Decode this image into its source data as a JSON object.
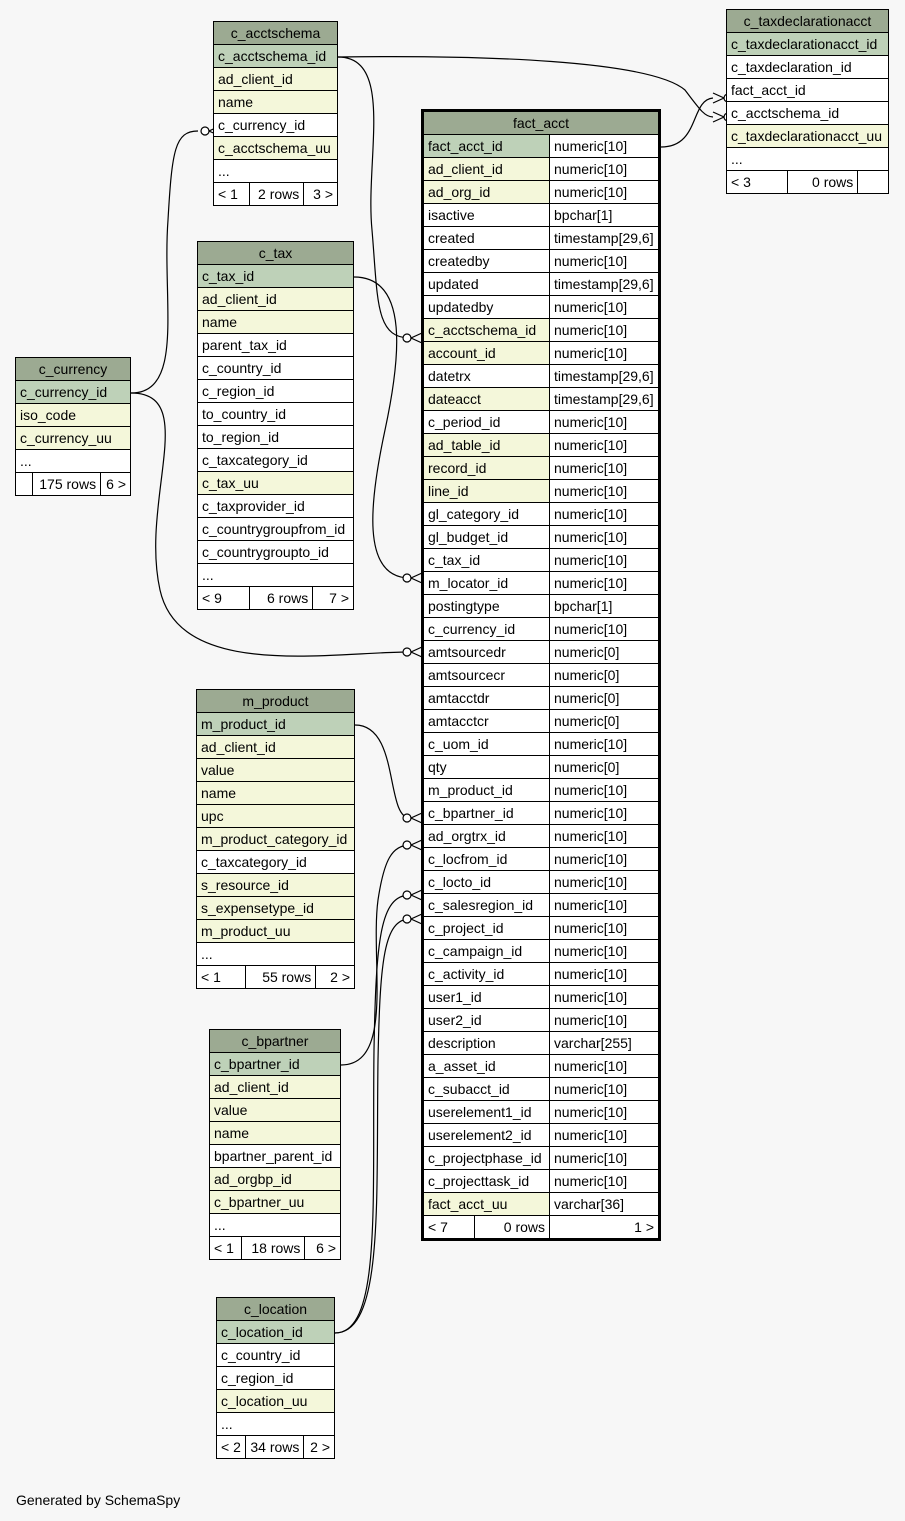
{
  "footer": "Generated by SchemaSpy",
  "tables": [
    {
      "id": "c_acctschema",
      "title": "c_acctschema",
      "columns": [
        {
          "name": "c_acctschema_id",
          "style": "pk"
        },
        {
          "name": "ad_client_id",
          "style": "nn"
        },
        {
          "name": "name",
          "style": "nn"
        },
        {
          "name": "c_currency_id",
          "style": ""
        },
        {
          "name": "c_acctschema_uu",
          "style": "nn"
        },
        {
          "name": "...",
          "style": ""
        }
      ],
      "footer": [
        "< 1",
        "2 rows",
        "3 >"
      ]
    },
    {
      "id": "c_tax",
      "title": "c_tax",
      "columns": [
        {
          "name": "c_tax_id",
          "style": "pk"
        },
        {
          "name": "ad_client_id",
          "style": "nn"
        },
        {
          "name": "name",
          "style": "nn"
        },
        {
          "name": "parent_tax_id",
          "style": ""
        },
        {
          "name": "c_country_id",
          "style": ""
        },
        {
          "name": "c_region_id",
          "style": ""
        },
        {
          "name": "to_country_id",
          "style": ""
        },
        {
          "name": "to_region_id",
          "style": ""
        },
        {
          "name": "c_taxcategory_id",
          "style": ""
        },
        {
          "name": "c_tax_uu",
          "style": "nn"
        },
        {
          "name": "c_taxprovider_id",
          "style": ""
        },
        {
          "name": "c_countrygroupfrom_id",
          "style": ""
        },
        {
          "name": "c_countrygroupto_id",
          "style": ""
        },
        {
          "name": "...",
          "style": ""
        }
      ],
      "footer": [
        "< 9",
        "6 rows",
        "7 >"
      ]
    },
    {
      "id": "c_currency",
      "title": "c_currency",
      "columns": [
        {
          "name": "c_currency_id",
          "style": "pk"
        },
        {
          "name": "iso_code",
          "style": "nn"
        },
        {
          "name": "c_currency_uu",
          "style": "nn"
        },
        {
          "name": "...",
          "style": ""
        }
      ],
      "footer": [
        "",
        "175 rows",
        "6 >"
      ]
    },
    {
      "id": "m_product",
      "title": "m_product",
      "columns": [
        {
          "name": "m_product_id",
          "style": "pk"
        },
        {
          "name": "ad_client_id",
          "style": "nn"
        },
        {
          "name": "value",
          "style": "nn"
        },
        {
          "name": "name",
          "style": "nn"
        },
        {
          "name": "upc",
          "style": "nn"
        },
        {
          "name": "m_product_category_id",
          "style": "nn"
        },
        {
          "name": "c_taxcategory_id",
          "style": ""
        },
        {
          "name": "s_resource_id",
          "style": "nn"
        },
        {
          "name": "s_expensetype_id",
          "style": "nn"
        },
        {
          "name": "m_product_uu",
          "style": "nn"
        },
        {
          "name": "...",
          "style": ""
        }
      ],
      "footer": [
        "< 1",
        "55 rows",
        "2 >"
      ]
    },
    {
      "id": "c_bpartner",
      "title": "c_bpartner",
      "columns": [
        {
          "name": "c_bpartner_id",
          "style": "pk"
        },
        {
          "name": "ad_client_id",
          "style": "nn"
        },
        {
          "name": "value",
          "style": "nn"
        },
        {
          "name": "name",
          "style": "nn"
        },
        {
          "name": "bpartner_parent_id",
          "style": ""
        },
        {
          "name": "ad_orgbp_id",
          "style": "nn"
        },
        {
          "name": "c_bpartner_uu",
          "style": "nn"
        },
        {
          "name": "...",
          "style": ""
        }
      ],
      "footer": [
        "< 1",
        "18 rows",
        "6 >"
      ]
    },
    {
      "id": "c_location",
      "title": "c_location",
      "columns": [
        {
          "name": "c_location_id",
          "style": "pk"
        },
        {
          "name": "c_country_id",
          "style": ""
        },
        {
          "name": "c_region_id",
          "style": ""
        },
        {
          "name": "c_location_uu",
          "style": "nn"
        },
        {
          "name": "...",
          "style": ""
        }
      ],
      "footer": [
        "< 2",
        "34 rows",
        "2 >"
      ]
    },
    {
      "id": "c_taxdeclarationacct",
      "title": "c_taxdeclarationacct",
      "columns": [
        {
          "name": "c_taxdeclarationacct_id",
          "style": "pk"
        },
        {
          "name": "c_taxdeclaration_id",
          "style": ""
        },
        {
          "name": "fact_acct_id",
          "style": ""
        },
        {
          "name": "c_acctschema_id",
          "style": ""
        },
        {
          "name": "c_taxdeclarationacct_uu",
          "style": "nn"
        },
        {
          "name": "...",
          "style": ""
        }
      ],
      "footer": [
        "< 3",
        "0 rows",
        ""
      ]
    }
  ],
  "fact_acct": {
    "title": "fact_acct",
    "columns": [
      {
        "name": "fact_acct_id",
        "type": "numeric[10]",
        "style": "pk"
      },
      {
        "name": "ad_client_id",
        "type": "numeric[10]",
        "style": "nn"
      },
      {
        "name": "ad_org_id",
        "type": "numeric[10]",
        "style": "nn"
      },
      {
        "name": "isactive",
        "type": "bpchar[1]",
        "style": ""
      },
      {
        "name": "created",
        "type": "timestamp[29,6]",
        "style": ""
      },
      {
        "name": "createdby",
        "type": "numeric[10]",
        "style": ""
      },
      {
        "name": "updated",
        "type": "timestamp[29,6]",
        "style": ""
      },
      {
        "name": "updatedby",
        "type": "numeric[10]",
        "style": ""
      },
      {
        "name": "c_acctschema_id",
        "type": "numeric[10]",
        "style": "nn"
      },
      {
        "name": "account_id",
        "type": "numeric[10]",
        "style": "nn"
      },
      {
        "name": "datetrx",
        "type": "timestamp[29,6]",
        "style": ""
      },
      {
        "name": "dateacct",
        "type": "timestamp[29,6]",
        "style": "nn"
      },
      {
        "name": "c_period_id",
        "type": "numeric[10]",
        "style": ""
      },
      {
        "name": "ad_table_id",
        "type": "numeric[10]",
        "style": "nn"
      },
      {
        "name": "record_id",
        "type": "numeric[10]",
        "style": "nn"
      },
      {
        "name": "line_id",
        "type": "numeric[10]",
        "style": "nn"
      },
      {
        "name": "gl_category_id",
        "type": "numeric[10]",
        "style": ""
      },
      {
        "name": "gl_budget_id",
        "type": "numeric[10]",
        "style": ""
      },
      {
        "name": "c_tax_id",
        "type": "numeric[10]",
        "style": ""
      },
      {
        "name": "m_locator_id",
        "type": "numeric[10]",
        "style": ""
      },
      {
        "name": "postingtype",
        "type": "bpchar[1]",
        "style": ""
      },
      {
        "name": "c_currency_id",
        "type": "numeric[10]",
        "style": ""
      },
      {
        "name": "amtsourcedr",
        "type": "numeric[0]",
        "style": ""
      },
      {
        "name": "amtsourcecr",
        "type": "numeric[0]",
        "style": ""
      },
      {
        "name": "amtacctdr",
        "type": "numeric[0]",
        "style": ""
      },
      {
        "name": "amtacctcr",
        "type": "numeric[0]",
        "style": ""
      },
      {
        "name": "c_uom_id",
        "type": "numeric[10]",
        "style": ""
      },
      {
        "name": "qty",
        "type": "numeric[0]",
        "style": ""
      },
      {
        "name": "m_product_id",
        "type": "numeric[10]",
        "style": ""
      },
      {
        "name": "c_bpartner_id",
        "type": "numeric[10]",
        "style": ""
      },
      {
        "name": "ad_orgtrx_id",
        "type": "numeric[10]",
        "style": ""
      },
      {
        "name": "c_locfrom_id",
        "type": "numeric[10]",
        "style": ""
      },
      {
        "name": "c_locto_id",
        "type": "numeric[10]",
        "style": ""
      },
      {
        "name": "c_salesregion_id",
        "type": "numeric[10]",
        "style": ""
      },
      {
        "name": "c_project_id",
        "type": "numeric[10]",
        "style": ""
      },
      {
        "name": "c_campaign_id",
        "type": "numeric[10]",
        "style": ""
      },
      {
        "name": "c_activity_id",
        "type": "numeric[10]",
        "style": ""
      },
      {
        "name": "user1_id",
        "type": "numeric[10]",
        "style": ""
      },
      {
        "name": "user2_id",
        "type": "numeric[10]",
        "style": ""
      },
      {
        "name": "description",
        "type": "varchar[255]",
        "style": ""
      },
      {
        "name": "a_asset_id",
        "type": "numeric[10]",
        "style": ""
      },
      {
        "name": "c_subacct_id",
        "type": "numeric[10]",
        "style": ""
      },
      {
        "name": "userelement1_id",
        "type": "numeric[10]",
        "style": ""
      },
      {
        "name": "userelement2_id",
        "type": "numeric[10]",
        "style": ""
      },
      {
        "name": "c_projectphase_id",
        "type": "numeric[10]",
        "style": ""
      },
      {
        "name": "c_projecttask_id",
        "type": "numeric[10]",
        "style": ""
      },
      {
        "name": "fact_acct_uu",
        "type": "varchar[36]",
        "style": "nn"
      }
    ],
    "footer": [
      "< 7",
      "0 rows",
      "1 >"
    ]
  }
}
